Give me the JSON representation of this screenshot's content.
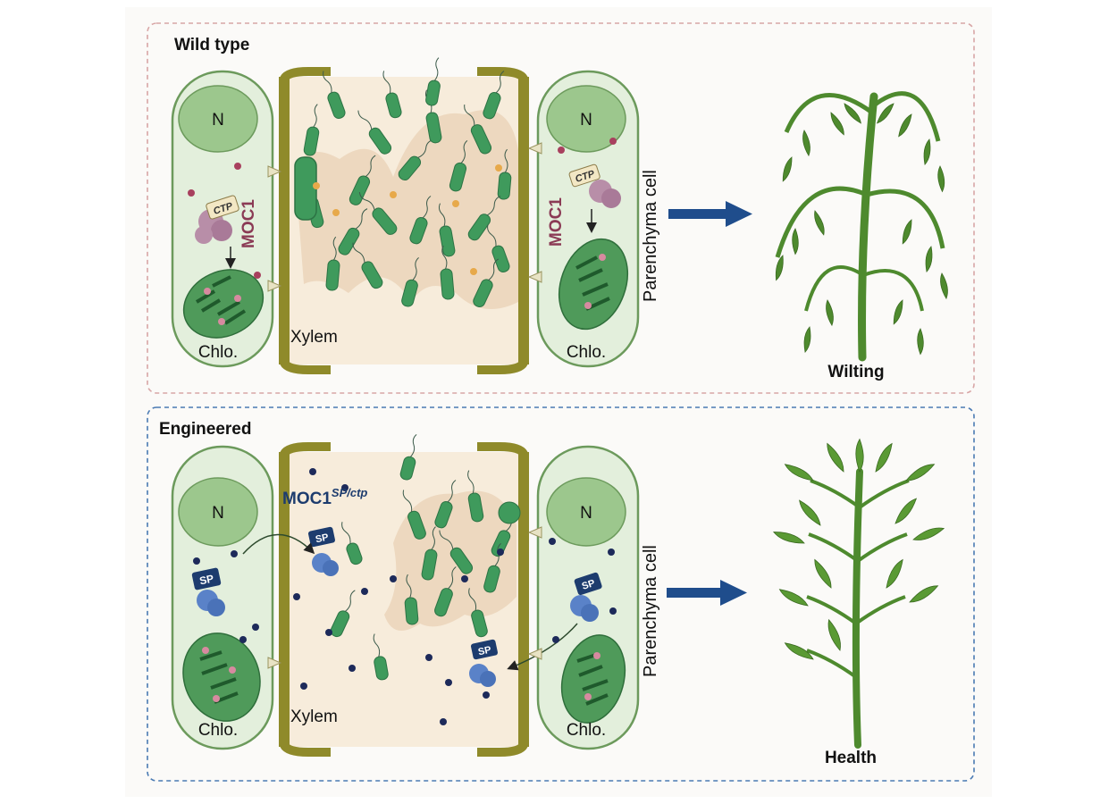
{
  "panels": [
    {
      "title": "Wild type",
      "nucleus": "N",
      "protein": "MOC1",
      "protein_sup": "",
      "tag": "CTP",
      "chloroplast": "Chlo.",
      "xylem": "Xylem",
      "side_label": "Parenchyma cell",
      "outcome": "Wilting"
    },
    {
      "title": "Engineered",
      "nucleus": "N",
      "protein": "MOC1",
      "protein_sup": "SP/ctp",
      "tag": "SP",
      "chloroplast": "Chlo.",
      "xylem": "Xylem",
      "side_label": "Parenchyma cell",
      "outcome": "Health"
    }
  ],
  "colors": {
    "wild_border": "#d8a6a6",
    "engineered_border": "#4a7ab3",
    "cell_fill": "#e3efdc",
    "cell_stroke": "#6c9a5c",
    "wall": "#8f8a2a",
    "xylem_fill": "#f7ecdb",
    "bacteria": "#3f9a5c",
    "arrow": "#1f4d8c",
    "moc1_wild": "#8b3a55",
    "moc1_engineered": "#1d3c6e",
    "plant": "#4e8a2e"
  }
}
